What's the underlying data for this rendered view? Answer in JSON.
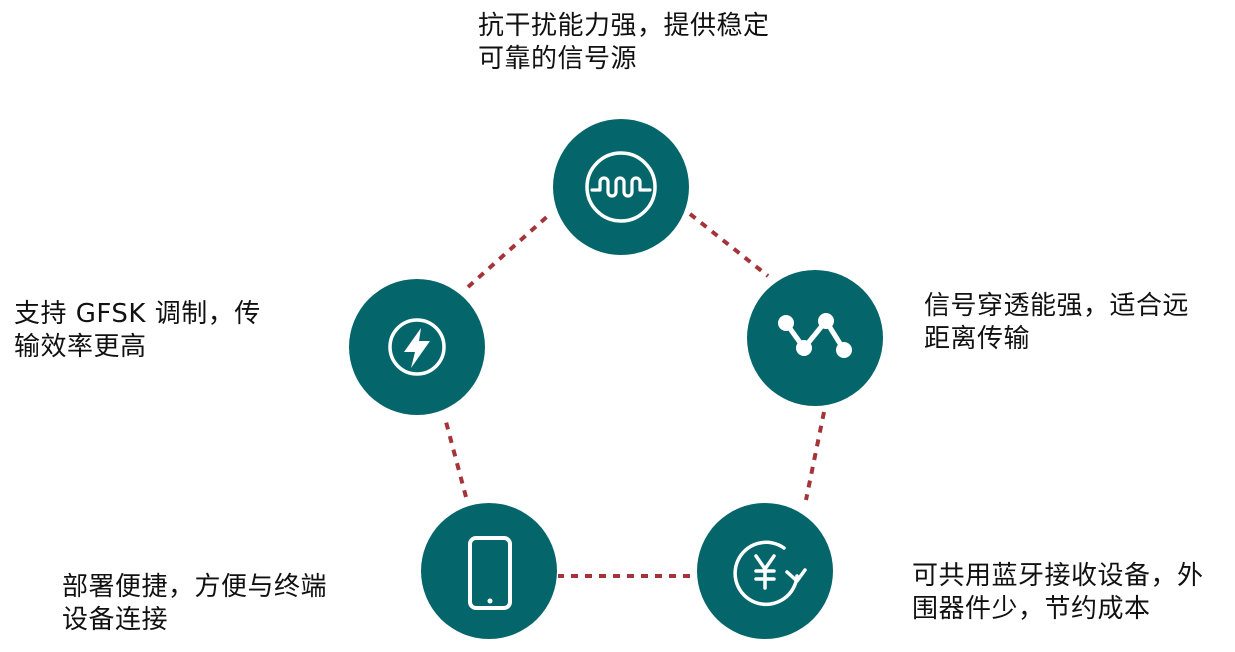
{
  "colors": {
    "node_fill": "#04666a",
    "icon_stroke": "#ffffff",
    "connector": "#a5343a",
    "text": "#111111"
  },
  "nodes": [
    {
      "id": "top",
      "icon": "waveform-icon",
      "lines": [
        "抗干扰能力强，提供稳定",
        "可靠的信号源"
      ]
    },
    {
      "id": "right",
      "icon": "signal-path-icon",
      "lines": [
        "信号穿透能强，适合远",
        "距离传输"
      ]
    },
    {
      "id": "bottom_right",
      "icon": "yuan-cycle-icon",
      "lines": [
        "可共用蓝牙接收设备，外",
        "围器件少，节约成本"
      ]
    },
    {
      "id": "bottom_left",
      "icon": "smartphone-icon",
      "lines": [
        "部署便捷，方便与终端",
        "设备连接"
      ]
    },
    {
      "id": "left",
      "icon": "lightning-bolt-icon",
      "lines": [
        "支持 GFSK 调制，传",
        "输效率更高"
      ]
    }
  ]
}
